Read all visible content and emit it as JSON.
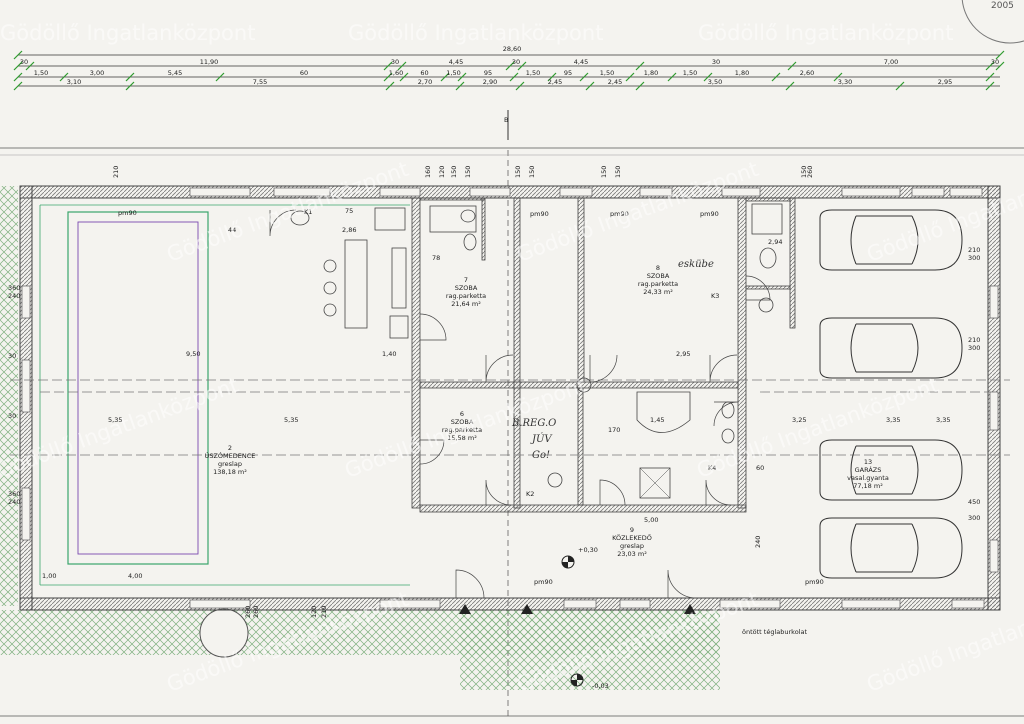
{
  "watermark": "Gödöllő Ingatlanközpont",
  "stamp": "2005",
  "section_mark": "B",
  "dimensions": {
    "total": "28,60",
    "row1": [
      "30",
      "11,90",
      "30",
      "4,45",
      "30",
      "4,45",
      "30",
      "7,00",
      "30"
    ],
    "row2": [
      "1,50",
      "3,00",
      "5,45",
      "60",
      "1,60",
      "60",
      "1,50",
      "95",
      "1,50",
      "95",
      "1,50",
      "1,80",
      "1,50",
      "1,80",
      "2,60"
    ],
    "row3": [
      "3,10",
      "7,55",
      "2,70",
      "2,90",
      "2,45",
      "2,45",
      "3,50",
      "3,30",
      "2,95"
    ],
    "interior": [
      "9,50",
      "5,35",
      "5,35",
      "1,40",
      "2,95",
      "3,25",
      "3,35",
      "3,35",
      "4,00",
      "1,00",
      "5,00"
    ],
    "vertical_left": [
      "360",
      "240",
      "30",
      "30",
      "360",
      "240"
    ],
    "vertical_right": [
      "210",
      "300",
      "210",
      "300",
      "450",
      "300"
    ],
    "openings": [
      "210",
      "150",
      "150",
      "150",
      "150",
      "150",
      "150",
      "150",
      "260",
      "160",
      "120",
      "260",
      "260",
      "120",
      "210",
      "240"
    ]
  },
  "rooms": [
    {
      "no": "2",
      "name": "ÚSZÓMEDENCE",
      "floor": "greslap",
      "area": "138,18 m²"
    },
    {
      "no": "7",
      "name": "SZOBA",
      "floor": "rag.parketta",
      "area": "21,64 m²"
    },
    {
      "no": "8",
      "name": "SZOBA",
      "floor": "rag.parketta",
      "area": "24,33 m²"
    },
    {
      "no": "6",
      "name": "SZOBA",
      "floor": "rag.parketta",
      "area": "15,58 m²"
    },
    {
      "no": "9",
      "name": "KÖZLEKEDŐ",
      "floor": "greslap",
      "area": "23,03 m²"
    },
    {
      "no": "13",
      "name": "GARÁZS",
      "floor": "vasal.gyanta",
      "area": "77,18 m²"
    }
  ],
  "labels": {
    "pm": [
      "pm90",
      "pm90",
      "pm90",
      "pm90",
      "pm90",
      "pm90"
    ],
    "doors": [
      "K1",
      "K2",
      "K3",
      "K4"
    ],
    "level": "+0,30",
    "outside_level": "-0,03",
    "brick_note": "öntött téglaburkolat",
    "handwritten": [
      "eskübe",
      "B.REG.O",
      "JÚV",
      "Go!"
    ],
    "misc": [
      "44",
      "75",
      "78",
      "2,86",
      "2,94",
      "4,45",
      "1,45",
      "170",
      "60"
    ]
  },
  "colors": {
    "paper": "#f4f3ef",
    "wall": "#555555",
    "wall_hatch": "#7a7a7a",
    "dimension_line": "#333333",
    "tick_green": "#2f9a2f",
    "pool_line": "#39a66b",
    "purple_line": "#7a4ab0",
    "axis_dash": "#777777",
    "brick_hatch": "#7fb07f"
  },
  "icons": [
    "car-icon",
    "sink-icon",
    "toilet-icon",
    "shower-icon",
    "bathtub-icon",
    "door-swing-icon",
    "stair-icon",
    "north-arrow-icon",
    "level-marker-icon"
  ]
}
